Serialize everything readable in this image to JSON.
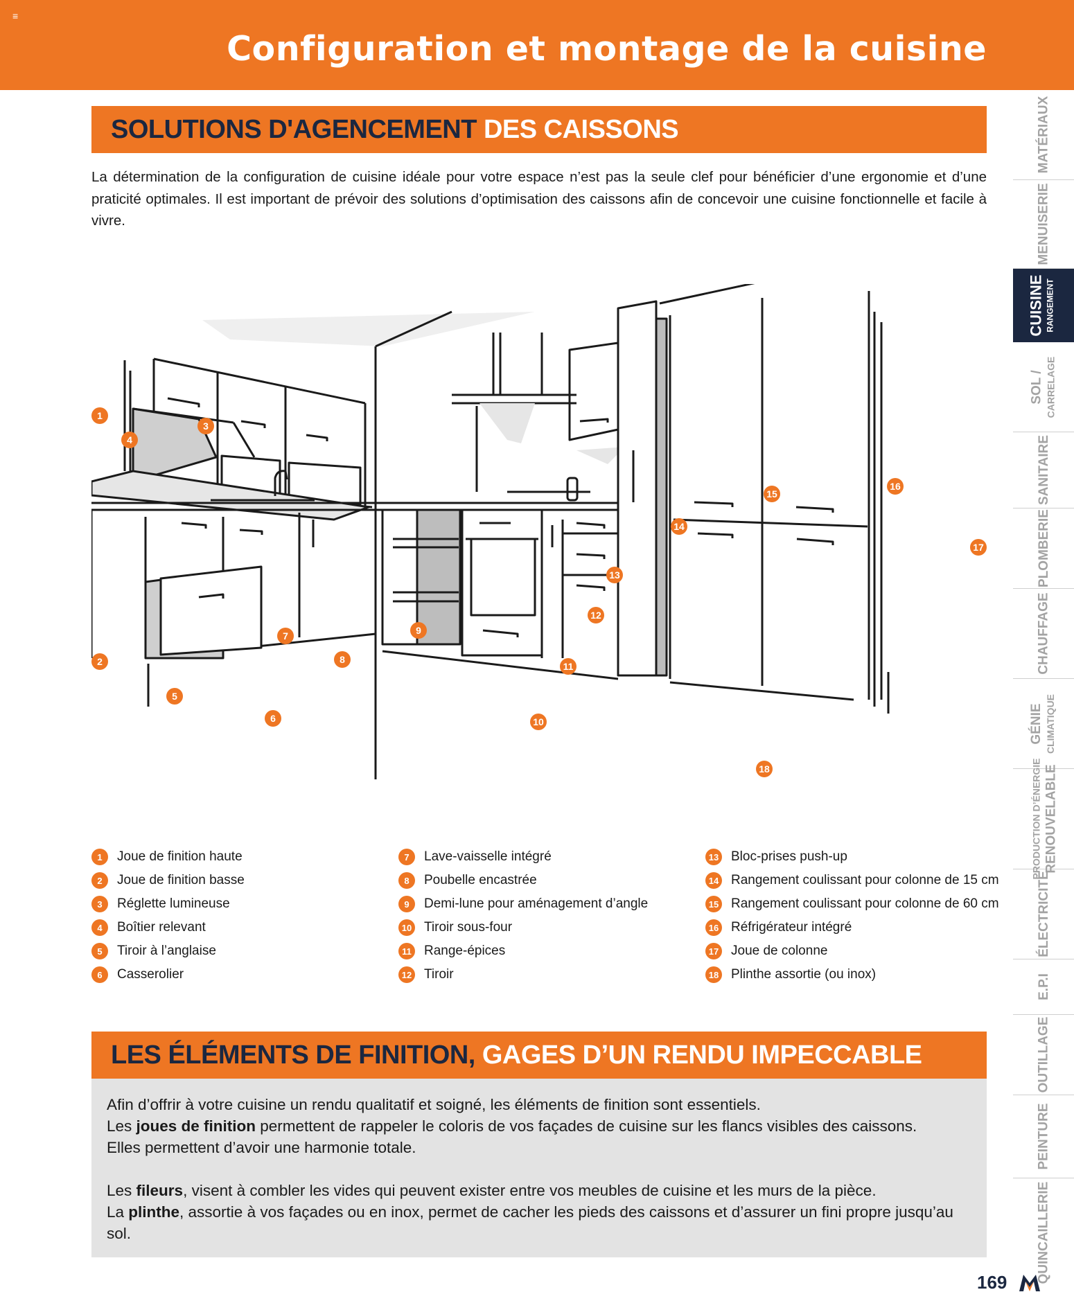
{
  "header": {
    "menu_glyph": "≡",
    "title": "Configuration et montage de la cuisine"
  },
  "section1": {
    "title_dark": "SOLUTIONS D'AGENCEMENT",
    "title_light": "DES CAISSONS",
    "intro": "La détermination de la configuration de cuisine idéale pour votre espace n’est pas la seule clef pour bénéficier d’une ergonomie et d’une praticité optimales. Il est important de prévoir des solutions d’optimisation des caissons afin de concevoir une cuisine fonctionnelle et facile à vivre."
  },
  "legend": [
    {
      "num": "1",
      "label": "Joue de finition haute"
    },
    {
      "num": "2",
      "label": "Joue de finition basse"
    },
    {
      "num": "3",
      "label": "Réglette lumineuse"
    },
    {
      "num": "4",
      "label": "Boîtier relevant"
    },
    {
      "num": "5",
      "label": "Tiroir à l’anglaise"
    },
    {
      "num": "6",
      "label": "Casserolier"
    },
    {
      "num": "7",
      "label": "Lave-vaisselle intégré"
    },
    {
      "num": "8",
      "label": "Poubelle encastrée"
    },
    {
      "num": "9",
      "label": "Demi-lune pour aménagement d’angle"
    },
    {
      "num": "10",
      "label": "Tiroir sous-four"
    },
    {
      "num": "11",
      "label": "Range-épices"
    },
    {
      "num": "12",
      "label": "Tiroir"
    },
    {
      "num": "13",
      "label": "Bloc-prises push-up"
    },
    {
      "num": "14",
      "label": "Rangement coulissant pour colonne de 15 cm"
    },
    {
      "num": "15",
      "label": "Rangement coulissant pour colonne de 60 cm"
    },
    {
      "num": "16",
      "label": "Réfrigérateur intégré"
    },
    {
      "num": "17",
      "label": "Joue de colonne"
    },
    {
      "num": "18",
      "label": "Plinthe assortie (ou inox)"
    }
  ],
  "section2": {
    "title_dark": "LES ÉLÉMENTS DE FINITION,",
    "title_light": "GAGES D’UN RENDU IMPECCABLE",
    "p1_line1": "Afin d’offrir à votre cuisine un rendu qualitatif et soigné, les éléments de finition sont essentiels.",
    "p1_line2_pre": "Les ",
    "p1_line2_bold": "joues de finition",
    "p1_line2_post": " permettent de rappeler le coloris de vos façades de cuisine sur les flancs visibles des caissons.",
    "p1_line3": "Elles permettent d’avoir une harmonie totale.",
    "p2_line1_pre": "Les ",
    "p2_line1_bold": "fileurs",
    "p2_line1_post": ", visent à combler les vides qui peuvent exister entre vos meubles de cuisine et les murs de la pièce.",
    "p2_line2_pre": "La ",
    "p2_line2_bold": "plinthe",
    "p2_line2_post": ", assortie à vos façades ou en inox, permet de cacher les pieds des caissons et d’assurer un fini propre jusqu’au sol."
  },
  "sidebar": [
    {
      "label": "MATÉRIAUX",
      "sub": ""
    },
    {
      "label": "MENUISERIE",
      "sub": ""
    },
    {
      "label": "CUISINE",
      "sub": "RANGEMENT"
    },
    {
      "label": "SOL /",
      "sub": "CARRELAGE"
    },
    {
      "label": "SANITAIRE",
      "sub": ""
    },
    {
      "label": "PLOMBERIE",
      "sub": ""
    },
    {
      "label": "CHAUFFAGE",
      "sub": ""
    },
    {
      "label": "GÉNIE",
      "sub": "CLIMATIQUE"
    },
    {
      "label": "PRODUCTION D’ÉNERGIE",
      "sub": "RENOUVELABLE"
    },
    {
      "label": "ÉLECTRICITÉ",
      "sub": ""
    },
    {
      "label": "E.P.I",
      "sub": ""
    },
    {
      "label": "OUTILLAGE",
      "sub": ""
    },
    {
      "label": "PEINTURE",
      "sub": ""
    },
    {
      "label": "QUINCAILLERIE",
      "sub": ""
    }
  ],
  "footer": {
    "page_number": "169"
  },
  "colors": {
    "accent": "#ee7623",
    "navy": "#1b2740",
    "grey_box": "#e3e3e3"
  }
}
